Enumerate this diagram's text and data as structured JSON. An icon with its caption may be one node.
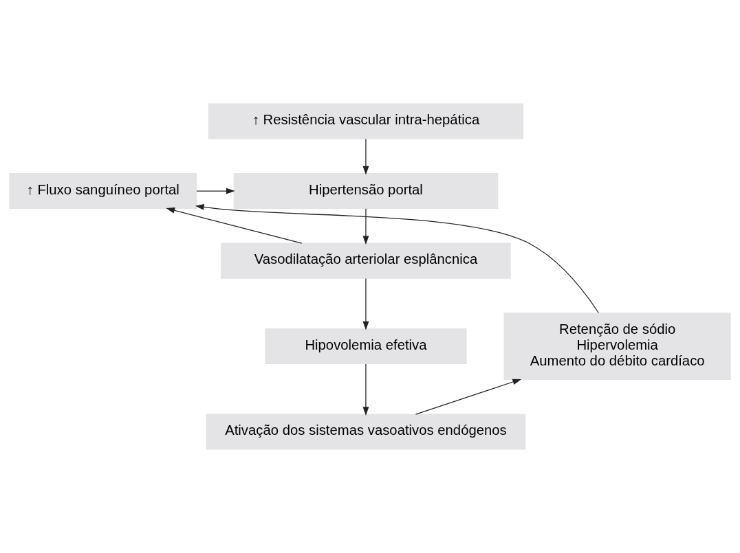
{
  "diagram": {
    "nodes": [
      {
        "text": [
          "↑ Resistência vascular intra-hepática"
        ]
      },
      {
        "text": [
          "Hipertensão portal"
        ]
      },
      {
        "text": [
          "↑ Fluxo sanguíneo portal"
        ]
      },
      {
        "text": [
          "Vasodilatação arteriolar esplâncnica"
        ]
      },
      {
        "text": [
          "Hipovolemia efetiva"
        ]
      },
      {
        "text": [
          "Retenção de sódio",
          "Hipervolemia",
          "Aumento do débito cardíaco"
        ]
      },
      {
        "text": [
          "Ativação dos sistemas vasoativos endógenos"
        ]
      }
    ],
    "edges": [
      {
        "from": 0,
        "to": 1,
        "arrow": "to"
      },
      {
        "from": 2,
        "to": 1,
        "arrow": "to"
      },
      {
        "from": 1,
        "to": 3,
        "arrow": "to"
      },
      {
        "from": 3,
        "to": 2,
        "arrow": "to"
      },
      {
        "from": 3,
        "to": 4,
        "arrow": "to"
      },
      {
        "from": 4,
        "to": 6,
        "arrow": "to"
      },
      {
        "from": 6,
        "to": 5,
        "arrow": "to"
      },
      {
        "from": 5,
        "to": 2,
        "arrow": "to"
      }
    ]
  }
}
